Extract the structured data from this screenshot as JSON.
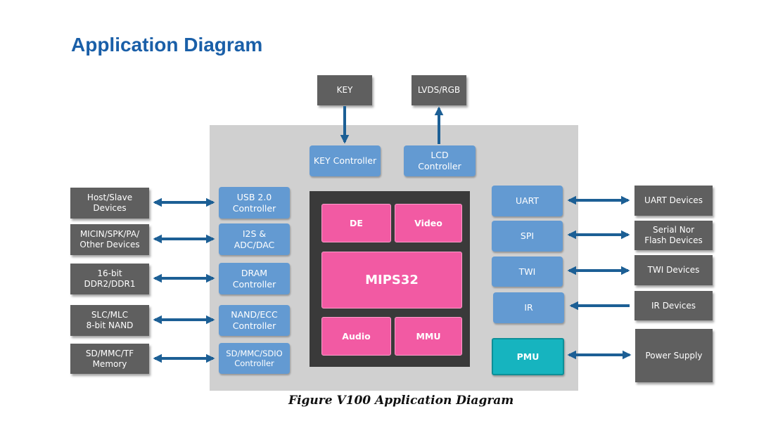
{
  "title": "Application Diagram",
  "caption": "Figure V100 Application Diagram",
  "colors": {
    "title": "#1a5fa8",
    "chip_background": "#d0d0d0",
    "core_background": "#3a3a3a",
    "controller": "#639ad2",
    "external_device": "#5f5f5f",
    "core_block": "#f25aa3",
    "pmu": "#16b4bf",
    "arrow": "#1c5f95"
  },
  "top": {
    "key": "KEY",
    "lvds": "LVDS/RGB",
    "key_controller": "KEY Controller",
    "lcd_controller": "LCD\nController"
  },
  "left_devices": {
    "host_slave": "Host/Slave\nDevices",
    "micin": "MICIN/SPK/PA/\nOther Devices",
    "ddr": "16-bit\nDDR2/DDR1",
    "nand": "SLC/MLC\n8-bit NAND",
    "sd": "SD/MMC/TF\nMemory"
  },
  "left_controllers": {
    "usb": "USB 2.0\nController",
    "i2s": "I2S &\nADC/DAC",
    "dram": "DRAM\nController",
    "nand_ecc": "NAND/ECC\nController",
    "sdio": "SD/MMC/SDIO\nController"
  },
  "core": {
    "de": "DE",
    "video": "Video",
    "cpu": "MIPS32",
    "audio": "Audio",
    "mmu": "MMU"
  },
  "right_controllers": {
    "uart": "UART",
    "spi": "SPI",
    "twi": "TWI",
    "ir": "IR",
    "pmu": "PMU"
  },
  "right_devices": {
    "uart_devices": "UART Devices",
    "flash": "Serial Nor\nFlash Devices",
    "twi_devices": "TWI Devices",
    "ir_devices": "IR Devices",
    "power": "Power Supply"
  }
}
